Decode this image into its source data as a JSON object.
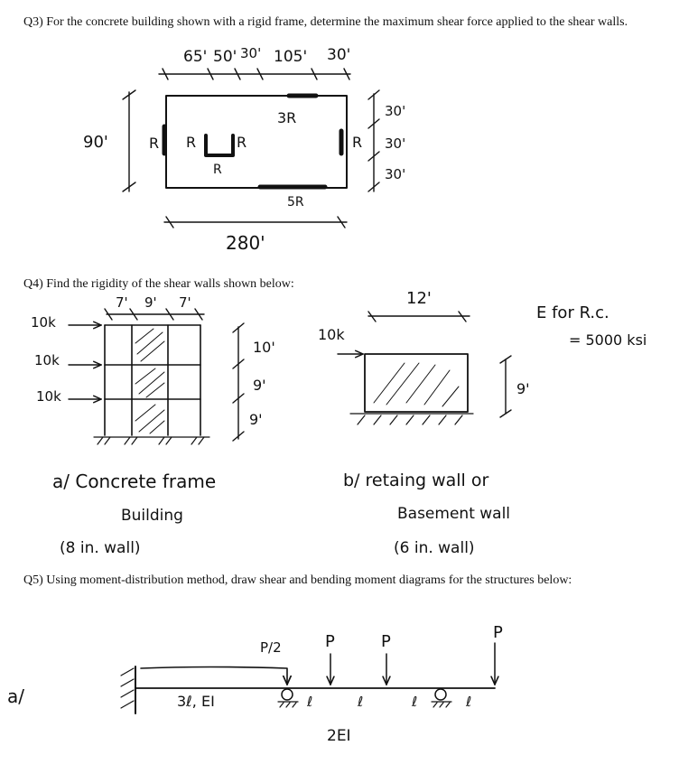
{
  "q3": {
    "text": "Q3) For the concrete building shown with a rigid frame, determine the maximum shear force applied to the shear walls.",
    "dims_top": [
      "65'",
      "50'",
      "30'",
      "105'",
      "30'"
    ],
    "height": "90'",
    "right_dims": [
      "30'",
      "30'",
      "30'"
    ],
    "width": "280'",
    "rigidities": [
      "R",
      "R",
      "R",
      "R",
      "R",
      "3R",
      "5R"
    ]
  },
  "q4": {
    "text": "Q4) Find the rigidity of the shear walls shown below:",
    "frame": {
      "bay_dims": [
        "7'",
        "9'",
        "7'"
      ],
      "loads": [
        "10k",
        "10k",
        "10k"
      ],
      "story_dims": [
        "10'",
        "9'",
        "9'"
      ],
      "caption": [
        "a/ Concrete frame",
        "Building",
        "(8 in. wall)"
      ]
    },
    "wall": {
      "length": "12'",
      "load": "10k",
      "height": "9'",
      "caption": [
        "b/ retaing wall or",
        "Basement wall",
        "(6 in. wall)"
      ]
    },
    "note": [
      "E for R.c.",
      "= 5000 ksi"
    ]
  },
  "q5": {
    "text": "Q5) Using moment-distribution method, draw shear and bending moment diagrams for the structures below:",
    "part_label": "a/",
    "loads": [
      "P/2",
      "P",
      "P",
      "P"
    ],
    "span1": "3ℓ, EI",
    "spans": [
      "ℓ",
      "ℓ",
      "ℓ",
      "ℓ"
    ],
    "stiffness2": "2EI"
  }
}
